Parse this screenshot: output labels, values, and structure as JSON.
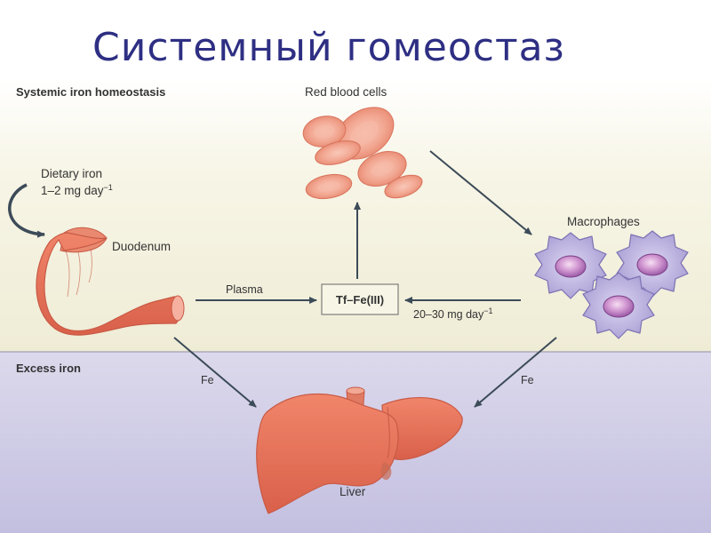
{
  "slide": {
    "title": "Системный гомеостаз"
  },
  "sections": {
    "systemic": "Systemic iron homeostasis",
    "excess": "Excess iron"
  },
  "nodes": {
    "red_blood_cells": "Red blood cells",
    "dietary_iron_line1": "Dietary iron",
    "dietary_iron_line2": "1–2 mg day",
    "dietary_iron_exp": "−1",
    "duodenum": "Duodenum",
    "macrophages": "Macrophages",
    "transferrin": "Tf–Fe(III)",
    "liver": "Liver"
  },
  "edges": {
    "plasma": "Plasma",
    "recycle_line": "20–30 mg day",
    "recycle_exp": "−1",
    "fe_left": "Fe",
    "fe_right": "Fe"
  },
  "colors": {
    "title": "#2e2f83",
    "organ": "#e8735a",
    "organ_dark": "#c85a45",
    "rbc": "#f4a58f",
    "macrophage": "#b3a9dc",
    "nucleus": "#c884c8",
    "arrow": "#3c4b58",
    "band_top": "#f5f3e0",
    "band_bottom": "#c9c5e2"
  }
}
